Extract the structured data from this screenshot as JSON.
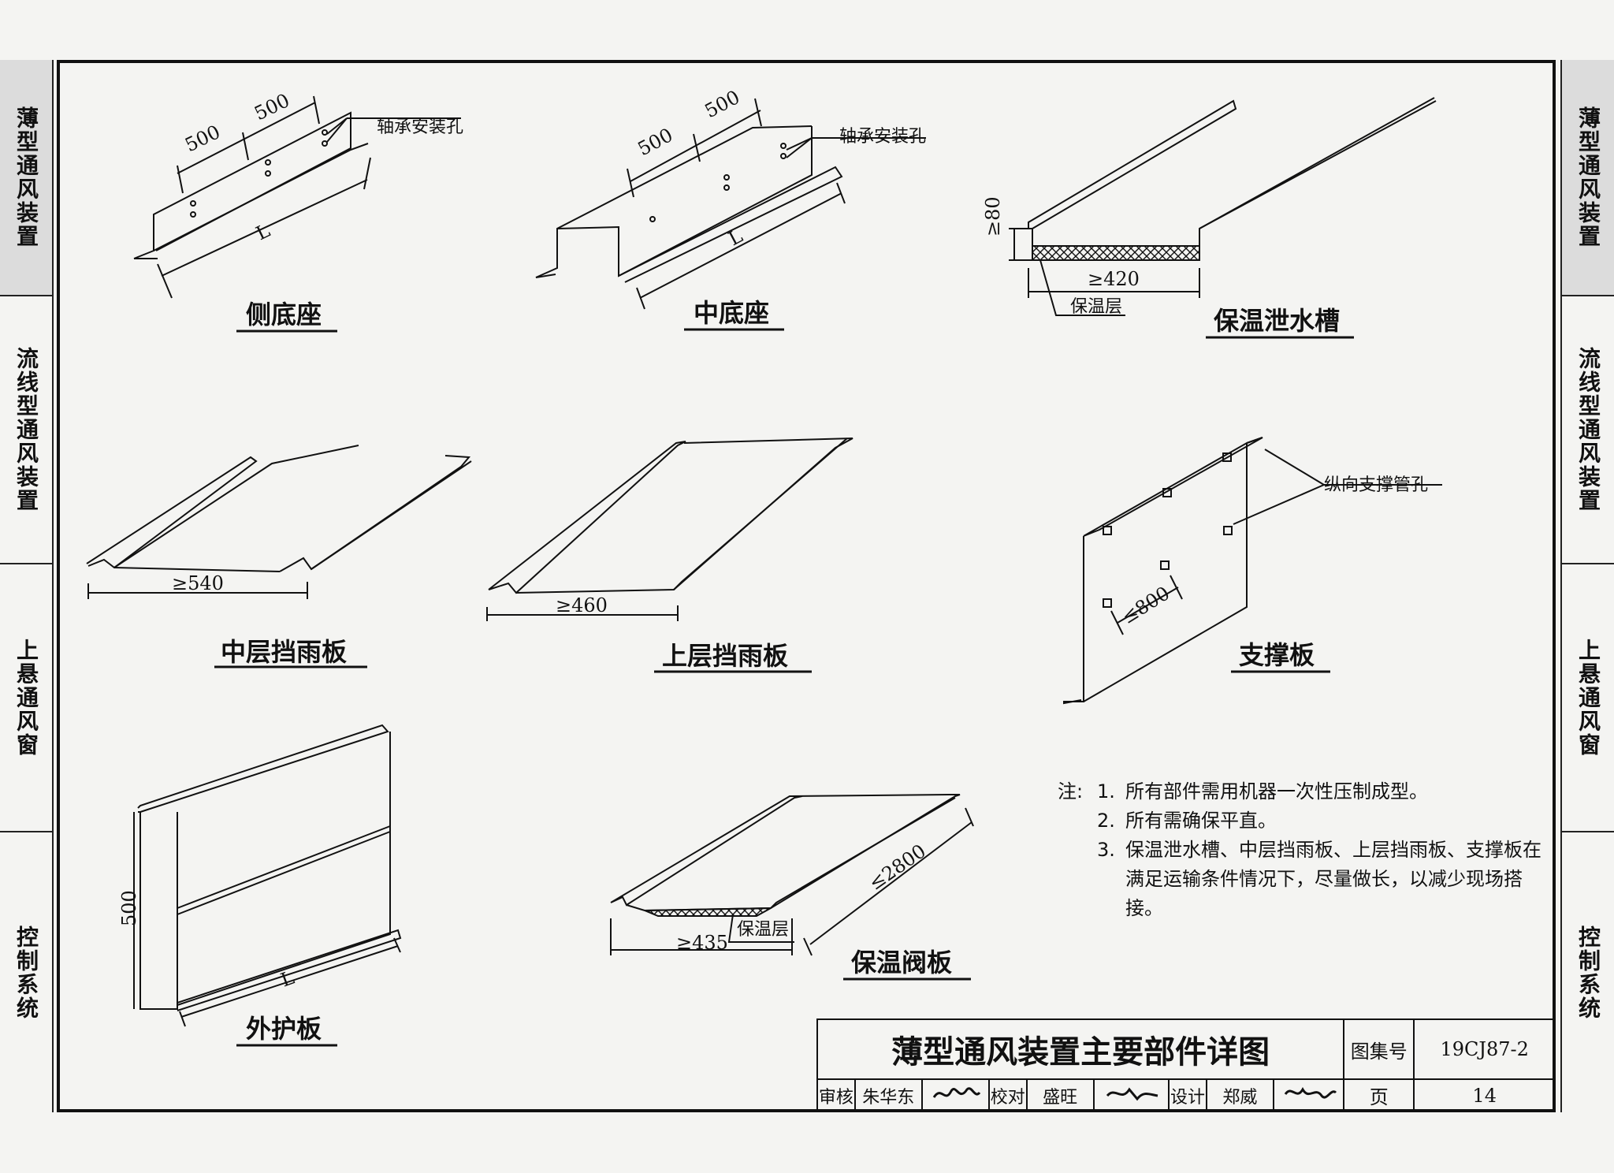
{
  "side_tabs": [
    {
      "label": "薄型通风装置",
      "active": true
    },
    {
      "label": "流线型通风装置",
      "active": false
    },
    {
      "label": "上悬通风窗",
      "active": false
    },
    {
      "label": "控制系统",
      "active": false
    }
  ],
  "components": {
    "side_base": {
      "caption": "侧底座",
      "dim1": "500",
      "dim2": "500",
      "length": "L",
      "label": "轴承安装孔"
    },
    "mid_base": {
      "caption": "中底座",
      "dim1": "500",
      "dim2": "500",
      "length": "L",
      "label": "轴承安装孔"
    },
    "gutter": {
      "caption": "保温泄水槽",
      "height": "≥80",
      "width": "≥420",
      "label": "保温层"
    },
    "mid_rain": {
      "caption": "中层挡雨板",
      "width": "≥540"
    },
    "top_rain": {
      "caption": "上层挡雨板",
      "width": "≥460"
    },
    "support": {
      "caption": "支撑板",
      "spacing": "≤800",
      "label": "纵向支撑管孔"
    },
    "outer": {
      "caption": "外护板",
      "height": "500",
      "length": "L"
    },
    "damper": {
      "caption": "保温阀板",
      "width": "≥435",
      "length": "≤2800",
      "label": "保温层"
    }
  },
  "notes": {
    "prefix": "注:",
    "items": [
      {
        "num": "1.",
        "text": "所有部件需用机器一次性压制成型。"
      },
      {
        "num": "2.",
        "text": "所有需确保平直。"
      },
      {
        "num": "3.",
        "text": "保温泄水槽、中层挡雨板、上层挡雨板、支撑板在满足运输条件情况下，尽量做长，以减少现场搭接。"
      }
    ]
  },
  "title_block": {
    "title": "薄型通风装置主要部件详图",
    "atlas_label": "图集号",
    "atlas_no": "19CJ87-2",
    "review_label": "审核",
    "reviewer": "朱华东",
    "check_label": "校对",
    "checker": "盛旺",
    "design_label": "设计",
    "designer": "郑威",
    "page_label": "页",
    "page_no": "14"
  }
}
